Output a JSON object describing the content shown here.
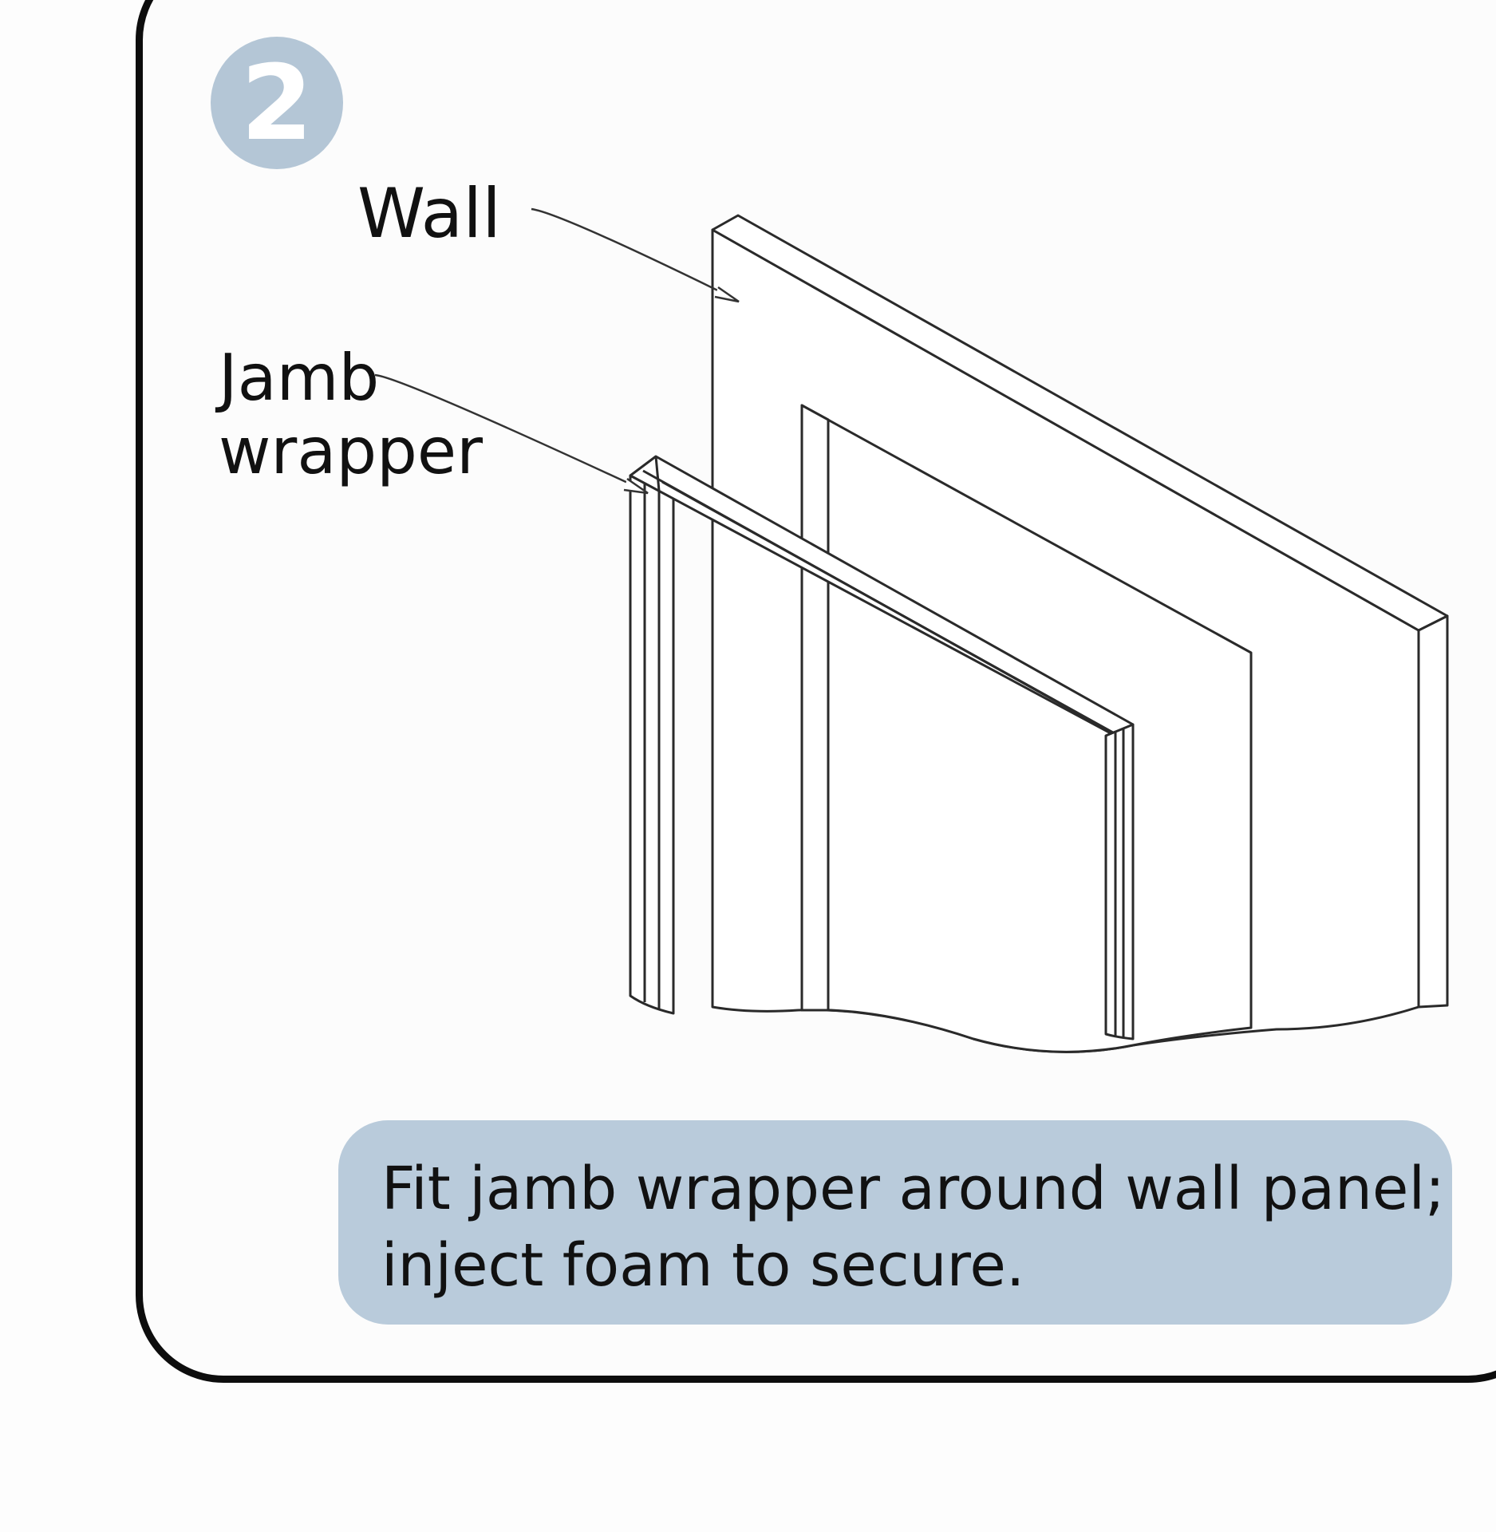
{
  "step": {
    "number": "2"
  },
  "labels": {
    "wall": "Wall",
    "jamb_wrapper_line1": "Jamb",
    "jamb_wrapper_line2": "wrapper"
  },
  "caption": {
    "line1": "Fit jamb wrapper around wall panel;",
    "line2": "inject foam to secure."
  },
  "colors": {
    "badge": "#b4c6d6",
    "caption_background": "#b9cbdb",
    "frame": "#0d0d0d",
    "line_art": "#2a2a2a"
  }
}
